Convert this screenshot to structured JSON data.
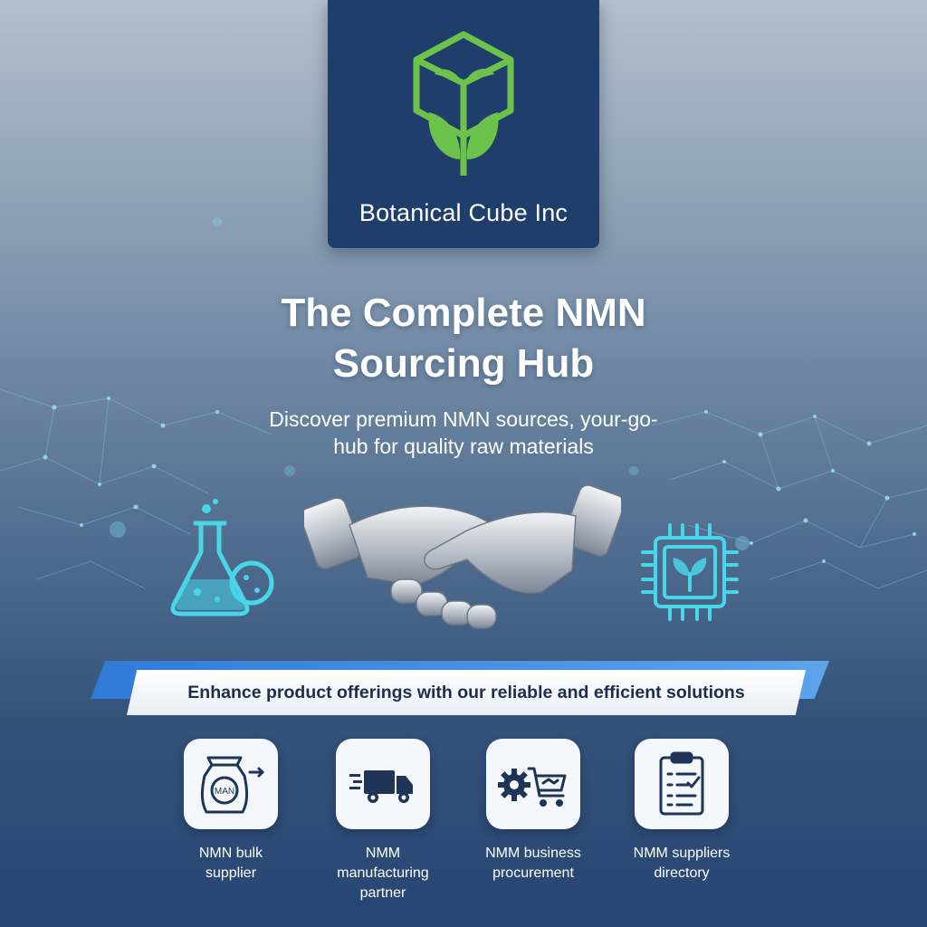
{
  "brand": {
    "name": "Botanical Cube Inc",
    "logo_icon": "cube-leaf-logo-icon",
    "logo_color": "#6cc24a",
    "card_color": "#1f3e6b"
  },
  "hero": {
    "title_line1": "The Complete NMN",
    "title_line2": "Sourcing Hub",
    "subtitle_line1": "Discover premium NMN sources, your-go-",
    "subtitle_line2": "hub for quality raw materials"
  },
  "hero_icons": [
    "flask-icon",
    "handshake-icon",
    "leaf-chip-icon"
  ],
  "banner": {
    "text": "Enhance product offerings with our reliable and efficient solutions",
    "accent_color": "#2f7bd8"
  },
  "services": [
    {
      "icon": "bag-icon",
      "bag_text": "MAN",
      "label_line1": "NMN bulk",
      "label_line2": "supplier"
    },
    {
      "icon": "truck-icon",
      "label_line1": "NMM manufacturing",
      "label_line2": "partner"
    },
    {
      "icon": "cart-gear-icon",
      "label_line1": "NMM business",
      "label_line2": "procurement"
    },
    {
      "icon": "clipboard-icon",
      "label_line1": "NMM suppliers",
      "label_line2": "directory"
    }
  ],
  "colors": {
    "icon_cyan": "#49d6e8",
    "tile_icon": "#1e3557",
    "text_white": "#ffffff"
  }
}
